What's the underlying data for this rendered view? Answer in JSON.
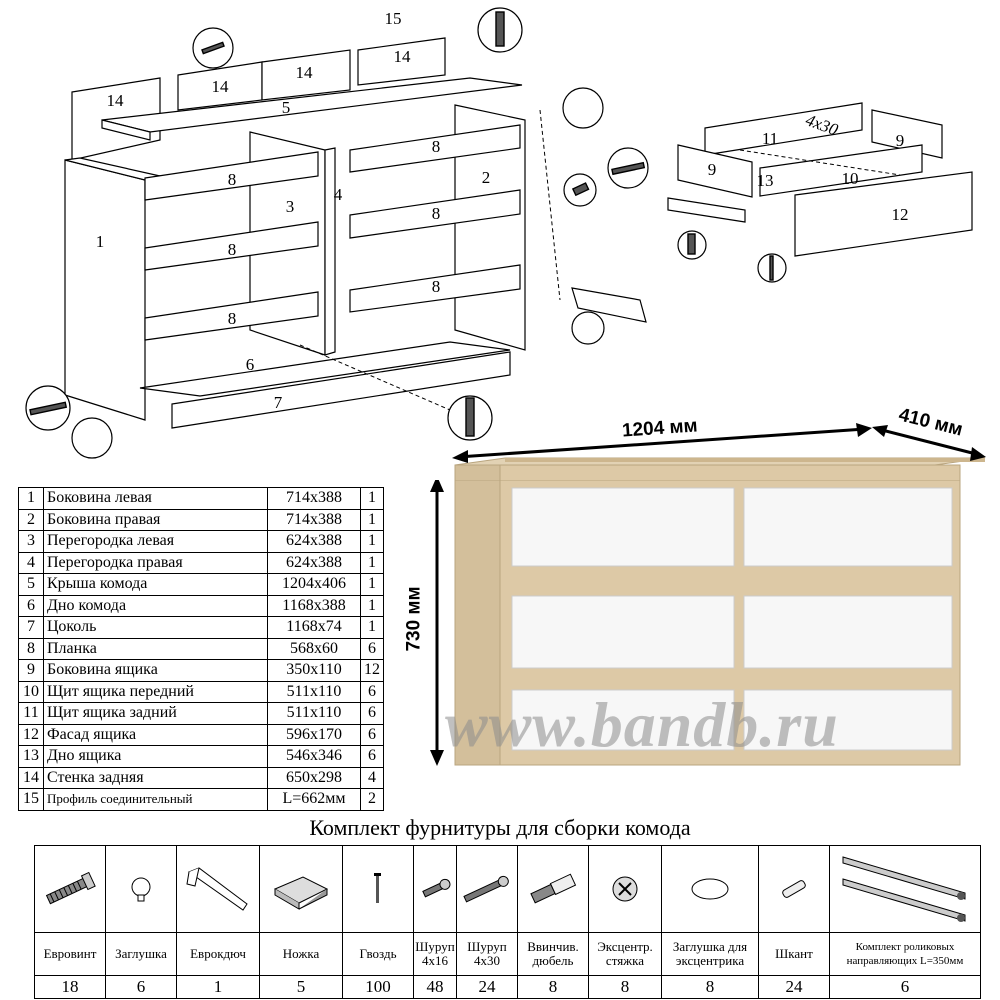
{
  "parts": [
    {
      "n": "1",
      "name": "Боковина левая",
      "size": "714x388",
      "qty": "1"
    },
    {
      "n": "2",
      "name": "Боковина правая",
      "size": "714x388",
      "qty": "1"
    },
    {
      "n": "3",
      "name": "Перегородка левая",
      "size": "624x388",
      "qty": "1"
    },
    {
      "n": "4",
      "name": "Перегородка правая",
      "size": "624x388",
      "qty": "1"
    },
    {
      "n": "5",
      "name": "Крыша комода",
      "size": "1204x406",
      "qty": "1"
    },
    {
      "n": "6",
      "name": "Дно комода",
      "size": "1168x388",
      "qty": "1"
    },
    {
      "n": "7",
      "name": "Цоколь",
      "size": "1168x74",
      "qty": "1"
    },
    {
      "n": "8",
      "name": "Планка",
      "size": "568x60",
      "qty": "6"
    },
    {
      "n": "9",
      "name": "Боковина ящика",
      "size": "350x110",
      "qty": "12"
    },
    {
      "n": "10",
      "name": "Щит ящика передний",
      "size": "511x110",
      "qty": "6"
    },
    {
      "n": "11",
      "name": "Щит ящика задний",
      "size": "511x110",
      "qty": "6"
    },
    {
      "n": "12",
      "name": "Фасад ящика",
      "size": "596x170",
      "qty": "6"
    },
    {
      "n": "13",
      "name": "Дно ящика",
      "size": "546x346",
      "qty": "6"
    },
    {
      "n": "14",
      "name": "Стенка задняя",
      "size": "650x298",
      "qty": "4"
    },
    {
      "n": "15",
      "name": "Профиль соединительный",
      "size": "L=662мм",
      "qty": "2"
    }
  ],
  "dimensions": {
    "width": "1204 мм",
    "depth": "410 мм",
    "height": "730 мм"
  },
  "watermark": "www.bandb.ru",
  "kit_title": "Комплект фурнитуры для сборки комода",
  "kit": [
    {
      "icon": "euroscrew-icon",
      "label": "Евровинт",
      "count": "18"
    },
    {
      "icon": "cap-icon",
      "label": "Заглушка",
      "count": "6"
    },
    {
      "icon": "hex-key-icon",
      "label": "Еврокдюч",
      "count": "1"
    },
    {
      "icon": "foot-icon",
      "label": "Ножка",
      "count": "5"
    },
    {
      "icon": "nail-icon",
      "label": "Гвоздь",
      "count": "100"
    },
    {
      "icon": "screw-short-icon",
      "label": "Шуруп 4х16",
      "count": "48"
    },
    {
      "icon": "screw-long-icon",
      "label": "Шуруп 4х30",
      "count": "24"
    },
    {
      "icon": "dowel-icon",
      "label": "Ввинчив. дюбель",
      "count": "8"
    },
    {
      "icon": "cam-lock-icon",
      "label": "Эксцентр. стяжка",
      "count": "8"
    },
    {
      "icon": "cam-cap-icon",
      "label": "Заглушка для эксцентрика",
      "count": "8"
    },
    {
      "icon": "wood-dowel-icon",
      "label": "Шкант",
      "count": "24"
    },
    {
      "icon": "rail-icon",
      "label": "Комплект роликовых направляющих L=350мм",
      "count": "6"
    }
  ],
  "diagram_labels": {
    "side_left": "1",
    "side_right": "2",
    "part_left": "3",
    "part_right": "4",
    "top": "5",
    "bottom": "6",
    "plinth": "7",
    "rail": "8",
    "back": "14",
    "profile": "15",
    "drawer_side": "9",
    "drawer_front": "10",
    "drawer_back": "11",
    "drawer_facade": "12",
    "drawer_bottom": "13",
    "screw_note": "4x30"
  },
  "colors": {
    "oak": "#d8c4a0",
    "oak_dark": "#c2aa82",
    "white": "#f6f6f6",
    "panel": "#ffffff"
  }
}
